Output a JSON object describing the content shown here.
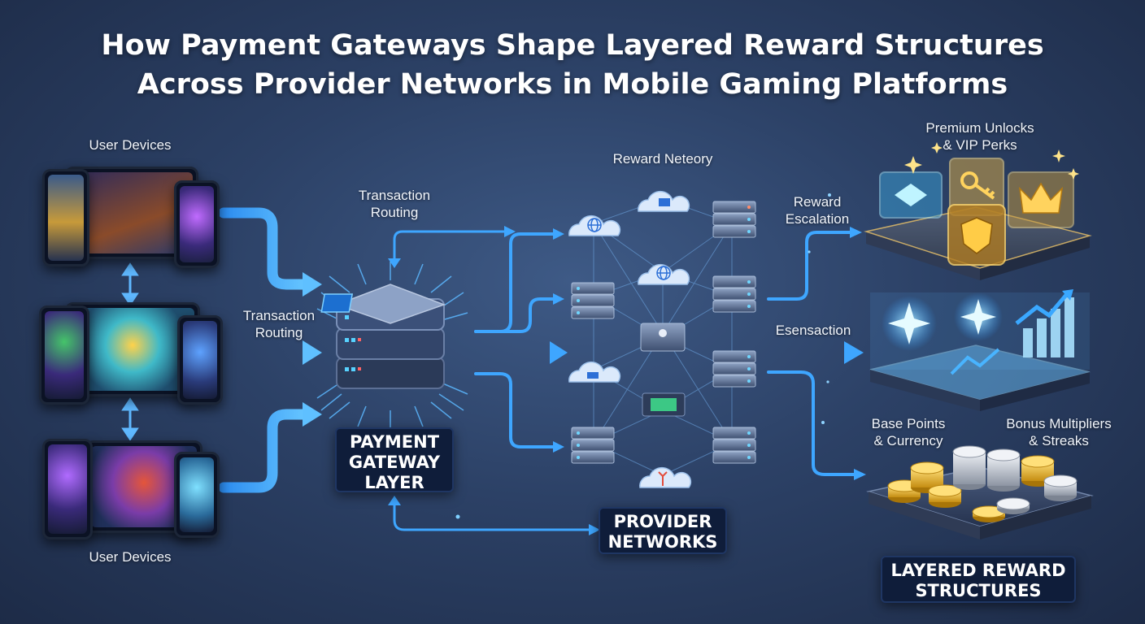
{
  "title": {
    "line1": "How Payment Gateways Shape Layered Reward Structures",
    "line2": "Across Provider Networks in Mobile Gaming Platforms"
  },
  "labels": {
    "user_devices_top": "User Devices",
    "user_devices_bottom": "User Devices",
    "transaction_routing_top_1": "Transaction",
    "transaction_routing_top_2": "Routing",
    "transaction_routing_mid_1": "Transaction",
    "transaction_routing_mid_2": "Routing",
    "reward_network": "Reward Neteory",
    "reward_escalation_1": "Reward",
    "reward_escalation_2": "Escalation",
    "esensaction": "Esensaction",
    "premium_1": "Premium Unlocks",
    "premium_2": "& VIP Perks",
    "base_points_1": "Base Points",
    "base_points_2": "& Currency",
    "bonus_1": "Bonus Multipliers",
    "bonus_2": "& Streaks"
  },
  "boxes": {
    "payment_gateway": [
      "PAYMENT",
      "GATEWAY",
      "LAYER"
    ],
    "provider_networks": [
      "PROVIDER",
      "NETWORKS"
    ],
    "layered_reward": [
      "LAYERED REWARD",
      "STRUCTURES"
    ]
  },
  "icons": [
    "phone-icon",
    "tablet-icon",
    "chip-icon",
    "server-icon",
    "cloud-icon",
    "globe-icon",
    "key-icon",
    "crown-icon",
    "shield-icon",
    "star-burst-icon",
    "trend-chart-icon",
    "coin-stack-icon"
  ],
  "colors": {
    "accent_arrow": "#3ea6ff",
    "box_bg": "#0f1d3a",
    "gold": "#f5c33b",
    "silver": "#c9ced6"
  }
}
